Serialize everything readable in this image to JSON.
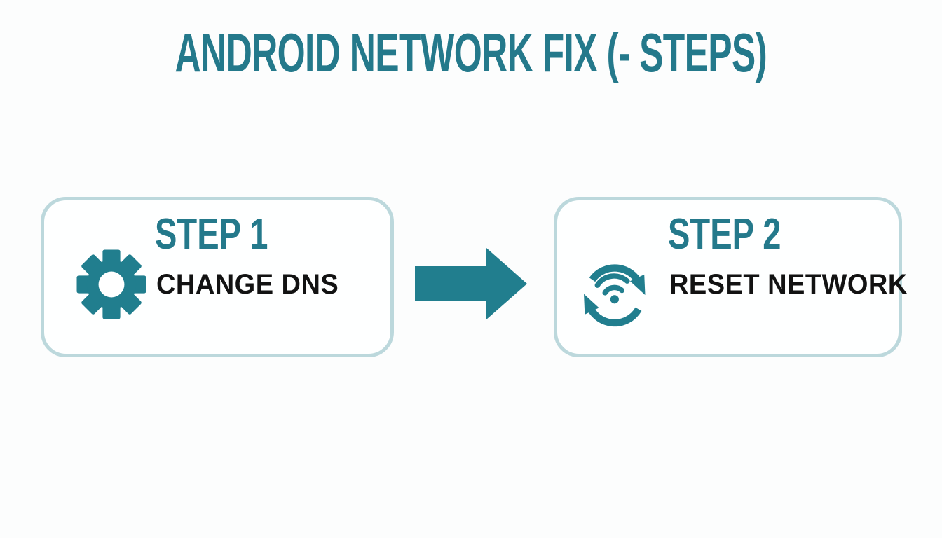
{
  "colors": {
    "page-bg": "#fcfdfd",
    "teal": "#24798b",
    "teal-icon": "#217e8e",
    "card-border": "#bcd8dc",
    "card-bg": "#feffff",
    "label-dark": "#121212"
  },
  "title": {
    "text": "ANDROID NETWORK FIX (- STEPS)"
  },
  "steps": [
    {
      "heading": "STEP 1",
      "label": "CHANGE DNS",
      "icon": "gear-icon"
    },
    {
      "heading": "STEP 2",
      "label": "RESET NETWORK",
      "icon": "wifi-reset-icon"
    }
  ],
  "connector": {
    "icon": "arrow-right-icon"
  }
}
